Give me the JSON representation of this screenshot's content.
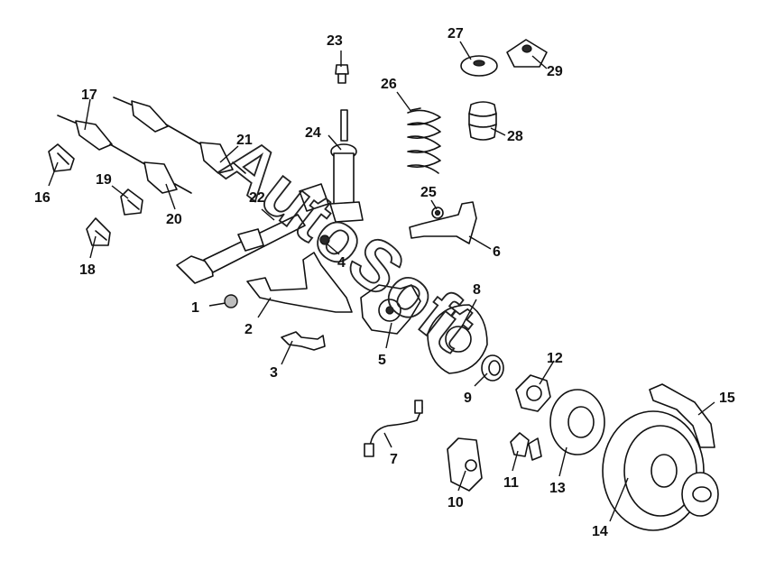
{
  "watermark": "AutoSoft",
  "callouts": [
    "1",
    "2",
    "3",
    "4",
    "5",
    "6",
    "7",
    "8",
    "9",
    "10",
    "11",
    "12",
    "13",
    "14",
    "15",
    "16",
    "17",
    "18",
    "19",
    "20",
    "21",
    "22",
    "23",
    "24",
    "25",
    "26",
    "27",
    "28",
    "29"
  ]
}
